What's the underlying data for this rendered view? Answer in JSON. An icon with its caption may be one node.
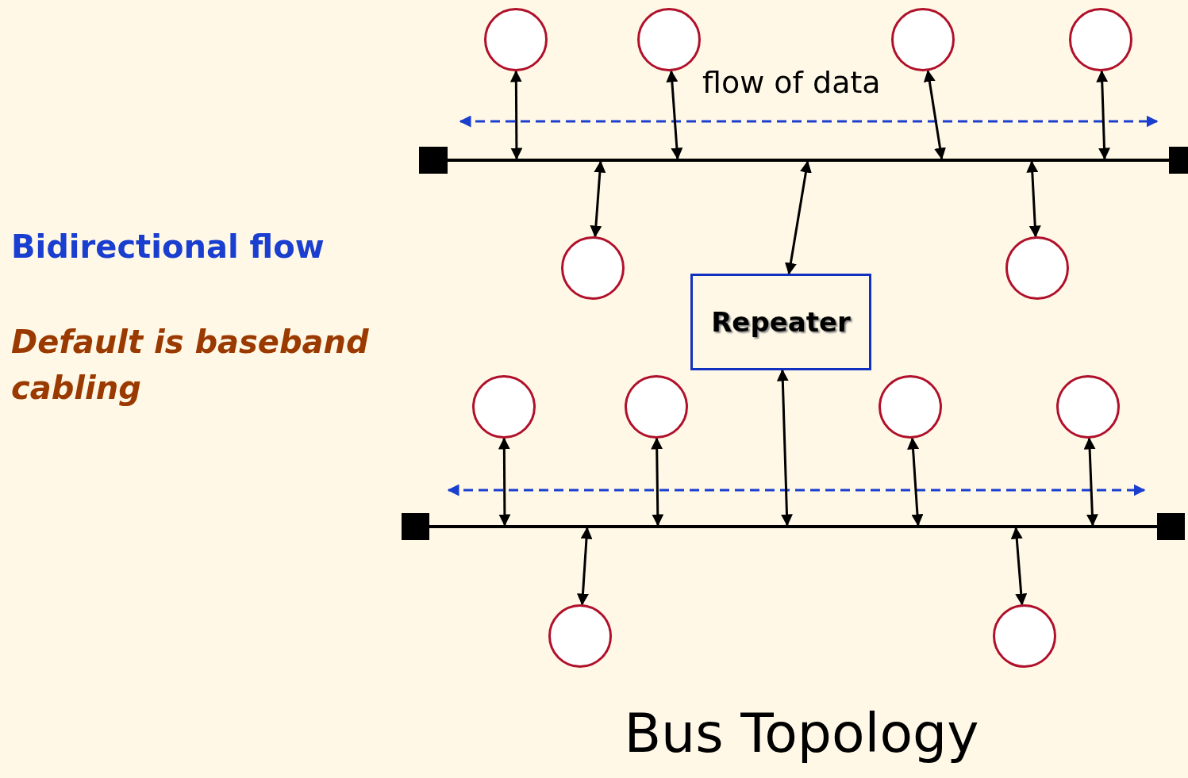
{
  "diagram": {
    "caption": "Bus Topology",
    "nodes": [
      {
        "text": [],
        "shape": "circle"
      },
      {
        "text": [],
        "shape": "circle"
      },
      {
        "text": [],
        "shape": "circle"
      },
      {
        "text": [],
        "shape": "circle"
      },
      {
        "text": [],
        "shape": "bar"
      },
      {
        "text": [],
        "shape": "circle"
      },
      {
        "text": [],
        "shape": "circle"
      },
      {
        "text": [
          "Repeater"
        ]
      },
      {
        "text": [],
        "shape": "circle"
      },
      {
        "text": [],
        "shape": "circle"
      },
      {
        "text": [],
        "shape": "circle"
      },
      {
        "text": [],
        "shape": "circle"
      },
      {
        "text": [],
        "shape": "bar"
      },
      {
        "text": [],
        "shape": "circle"
      },
      {
        "text": [],
        "shape": "circle"
      }
    ],
    "edges": [
      {
        "from": 0,
        "to": 4,
        "arrow": "both"
      },
      {
        "from": 1,
        "to": 4,
        "arrow": "both"
      },
      {
        "from": 2,
        "to": 4,
        "arrow": "both"
      },
      {
        "from": 3,
        "to": 4,
        "arrow": "both"
      },
      {
        "from": 4,
        "to": 5,
        "arrow": "both"
      },
      {
        "from": 4,
        "to": 7,
        "arrow": "both"
      },
      {
        "from": 4,
        "to": 6,
        "arrow": "both"
      },
      {
        "from": 7,
        "to": 12,
        "arrow": "both"
      },
      {
        "from": 8,
        "to": 12,
        "arrow": "both"
      },
      {
        "from": 9,
        "to": 12,
        "arrow": "both"
      },
      {
        "from": 10,
        "to": 12,
        "arrow": "both"
      },
      {
        "from": 11,
        "to": 12,
        "arrow": "both"
      },
      {
        "from": 12,
        "to": 13,
        "arrow": "both"
      },
      {
        "from": 12,
        "to": 14,
        "arrow": "both"
      }
    ],
    "labels": [
      "flow of data",
      "Bidirectional flow",
      "Default is baseband cabling"
    ]
  }
}
